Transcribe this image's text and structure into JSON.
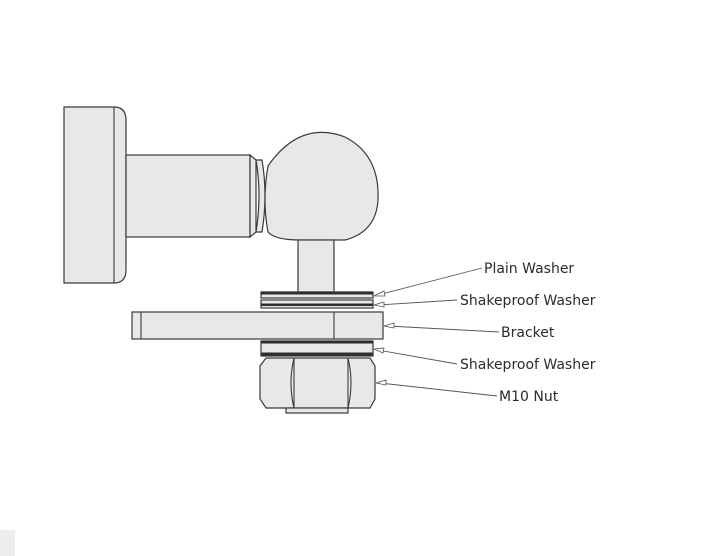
{
  "labels": {
    "plain_washer": "Plain Washer",
    "shakeproof_washer_top": "Shakeproof Washer",
    "bracket": "Bracket",
    "shakeproof_washer_bottom": "Shakeproof Washer",
    "m10_nut": "M10 Nut"
  },
  "colors": {
    "part_fill": "#e8e8e8",
    "outline": "#3a3a3a",
    "washer_dark": "#2e2e2e",
    "leader": "#555555"
  }
}
